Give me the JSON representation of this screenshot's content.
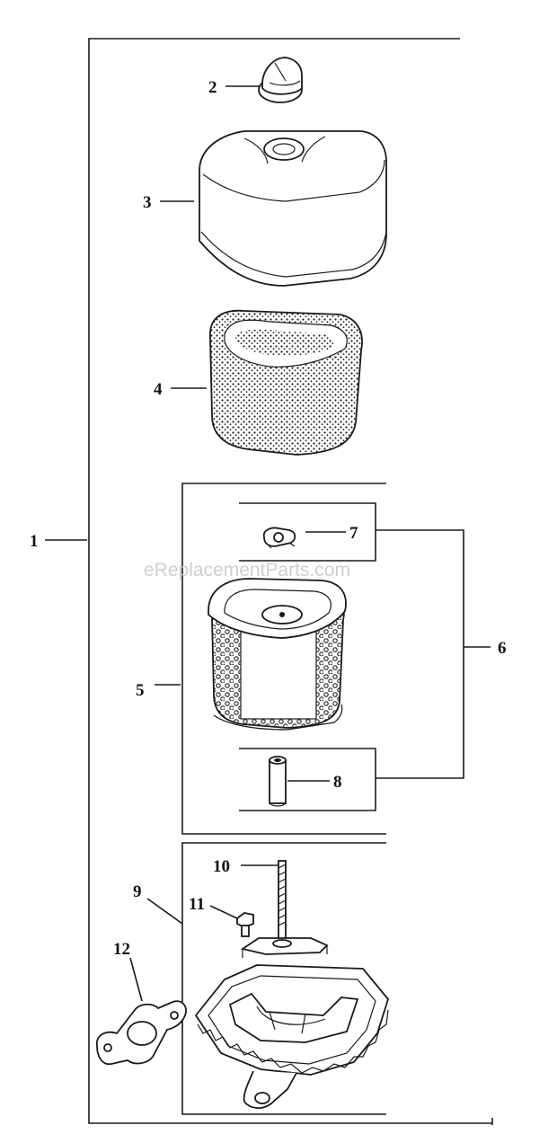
{
  "watermark": "eReplacementParts.com",
  "callouts": {
    "c1": "1",
    "c2": "2",
    "c3": "3",
    "c4": "4",
    "c5": "5",
    "c6": "6",
    "c7": "7",
    "c8": "8",
    "c9": "9",
    "c10": "10",
    "c11": "11",
    "c12": "12"
  },
  "parts": {
    "p2": "knob-icon",
    "p3": "air-cleaner-cover-icon",
    "p4": "foam-precleaner-icon",
    "p5": "paper-filter-element-icon",
    "p7": "seal-nut-icon",
    "p8": "spacer-tube-icon",
    "p9": "air-cleaner-base-icon",
    "p10": "stud-icon",
    "p11": "screw-icon",
    "p12": "gasket-icon"
  }
}
